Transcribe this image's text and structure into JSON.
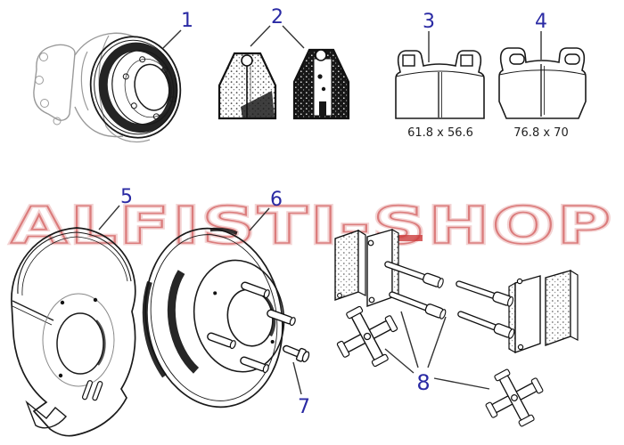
{
  "meta": {
    "background_color": "#ffffff",
    "label_color": "#2a2aa4",
    "line_color": "#1a1a1a",
    "ghost_line_color": "#9a9a9a"
  },
  "watermark": {
    "text": "ALFISTI-SHOP",
    "color": "#cc4343",
    "bar_color": "#cc3b3b"
  },
  "callouts": [
    {
      "number": "1"
    },
    {
      "number": "2"
    },
    {
      "number": "3"
    },
    {
      "number": "4"
    },
    {
      "number": "5"
    },
    {
      "number": "6"
    },
    {
      "number": "7"
    },
    {
      "number": "8"
    }
  ],
  "dimensions": {
    "pad3": "61.8 x 56.6",
    "pad4": "76.8 x 70"
  }
}
